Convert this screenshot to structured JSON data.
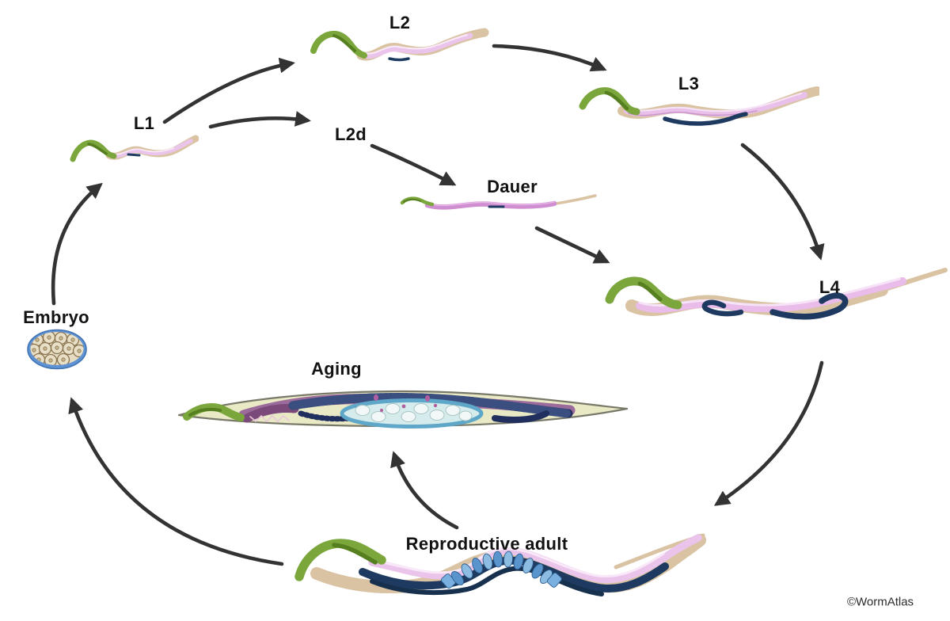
{
  "figure": {
    "credit": "©WormAtlas",
    "background_color": "#ffffff",
    "arrow_color": "#333333"
  },
  "palette": {
    "label_text": "#121212",
    "worm_body_pink": "#eac4ea",
    "worm_highlight_pink": "#f8e8f8",
    "worm_outline_tan": "#d9c3a3",
    "pharynx_green": "#7aa63c",
    "pharynx_green_dark": "#567f20",
    "gonad_navy": "#1e3a60",
    "dauer_pink": "#cf8ed0",
    "egg_blue": "#5a94cc",
    "egg_blue_light": "#8cbce2",
    "embryo_ring_blue": "#5e92d2",
    "embryo_cell_beige": "#e9dfc6",
    "aging_body_olive": "#e9e9c6",
    "aging_purple": "#9a6b9b",
    "aging_navy": "#202f5e",
    "aging_egg_mass_cyan": "#d6ecec"
  },
  "stages": {
    "embryo": {
      "label": "Embryo"
    },
    "l1": {
      "label": "L1"
    },
    "l2": {
      "label": "L2"
    },
    "l2d": {
      "label": "L2d"
    },
    "dauer": {
      "label": "Dauer"
    },
    "l3": {
      "label": "L3"
    },
    "l4": {
      "label": "L4"
    },
    "reproductive_adult": {
      "label": "Reproductive adult"
    },
    "aging": {
      "label": "Aging"
    }
  },
  "transitions": [
    {
      "from": "Embryo",
      "to": "L1"
    },
    {
      "from": "L1",
      "to": "L2"
    },
    {
      "from": "L1",
      "to": "L2d"
    },
    {
      "from": "L2",
      "to": "L3"
    },
    {
      "from": "L2d",
      "to": "Dauer"
    },
    {
      "from": "Dauer",
      "to": "L4"
    },
    {
      "from": "L3",
      "to": "L4"
    },
    {
      "from": "L4",
      "to": "Reproductive adult"
    },
    {
      "from": "Reproductive adult",
      "to": "Embryo"
    },
    {
      "from": "Reproductive adult",
      "to": "Aging"
    }
  ]
}
